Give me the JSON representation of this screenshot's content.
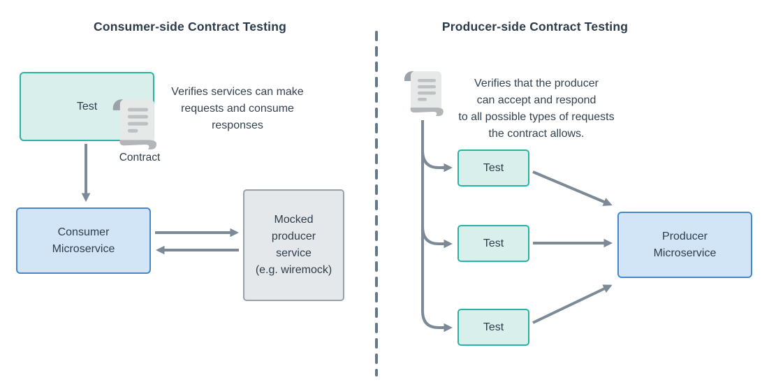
{
  "left": {
    "title": "Consumer-side Contract Testing",
    "test_box_label": "Test",
    "contract_label": "Contract",
    "description_lines": {
      "0": "Verifies services can make",
      "1": "requests and consume",
      "2": "responses"
    },
    "consumer_box_lines": {
      "0": "Consumer",
      "1": "Microservice"
    },
    "mock_box_lines": {
      "0": "Mocked",
      "1": "producer",
      "2": "service",
      "3": "(e.g. wiremock)"
    }
  },
  "right": {
    "title": "Producer-side Contract Testing",
    "description_lines": {
      "0": "Verifies that the producer",
      "1": "can accept and respond",
      "2": "to all possible types of requests",
      "3": "the contract allows."
    },
    "test_boxes": {
      "0": "Test",
      "1": "Test",
      "2": "Test"
    },
    "producer_box_lines": {
      "0": "Producer",
      "1": "Microservice"
    }
  },
  "icons": {
    "contract_left": "scroll-contract-icon",
    "contract_right": "scroll-contract-icon"
  },
  "colors": {
    "teal_border": "#2ab3a5",
    "teal_fill": "#d9efeb",
    "blue_border": "#4587c8",
    "blue_fill": "#d1e5f7",
    "gray_fill": "#e5e8ea",
    "gray_border": "#97a1a9",
    "arrow": "#7b8a96",
    "divider": "#64778a",
    "text": "#2e3d4b",
    "icon_body": "#e7e8e8",
    "icon_lines": "#bcc0c3",
    "icon_wave": "#b2b6b9",
    "icon_curl": "#9ba2a8"
  }
}
